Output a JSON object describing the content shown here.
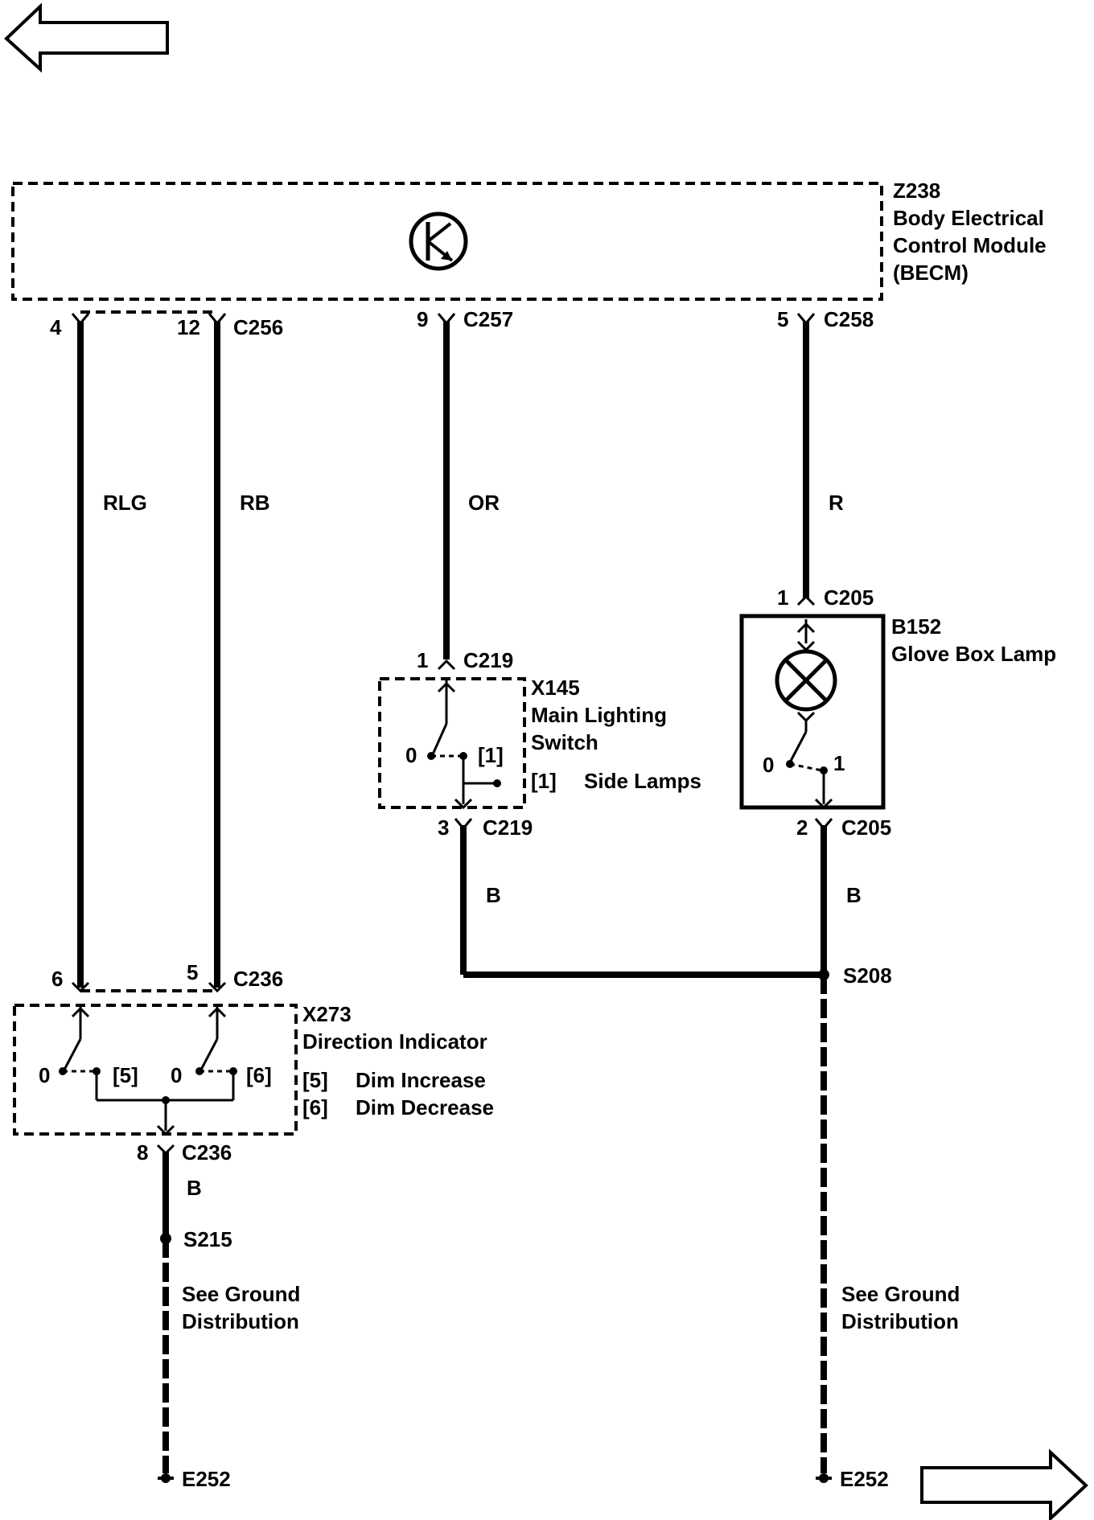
{
  "becm": {
    "id": "Z238",
    "line1": "Body Electrical",
    "line2": "Control Module",
    "line3": "(BECM)"
  },
  "c256": {
    "name": "C256",
    "pin_a": "4",
    "pin_b": "12"
  },
  "c257": {
    "name": "C257",
    "pin": "9"
  },
  "c258": {
    "name": "C258",
    "pin": "5"
  },
  "wire_colors": {
    "rlg": "RLG",
    "rb": "RB",
    "or": "OR",
    "r": "R",
    "b": "B"
  },
  "c205": {
    "name": "C205",
    "pin_top": "1",
    "pin_bottom": "2"
  },
  "lamp": {
    "id": "B152",
    "name": "Glove Box Lamp",
    "pos0": "0",
    "pos1": "1"
  },
  "c219": {
    "name": "C219",
    "pin_top": "1",
    "pin_bottom": "3"
  },
  "main_switch": {
    "id": "X145",
    "line1": "Main Lighting",
    "line2": "Switch",
    "pos0": "0",
    "pos1": "[1]",
    "legend_key": "[1]",
    "legend_text": "Side Lamps"
  },
  "splice_s208": "S208",
  "c236": {
    "name": "C236",
    "pin_a": "6",
    "pin_b": "5",
    "pin_c": "8"
  },
  "direction": {
    "id": "X273",
    "name": "Direction Indicator",
    "pos0_a": "0",
    "pos_a": "[5]",
    "pos0_b": "0",
    "pos_b": "[6]",
    "key5": "[5]",
    "text5": "Dim Increase",
    "key6": "[6]",
    "text6": "Dim Decrease"
  },
  "splice_s215": "S215",
  "ground_ref": {
    "line1": "See Ground",
    "line2": "Distribution"
  },
  "ground": "E252",
  "icons": {
    "nav_back": "arrow-left-icon",
    "nav_forward": "arrow-right-icon",
    "module": "transistor-icon",
    "lamp": "lamp-icon"
  }
}
